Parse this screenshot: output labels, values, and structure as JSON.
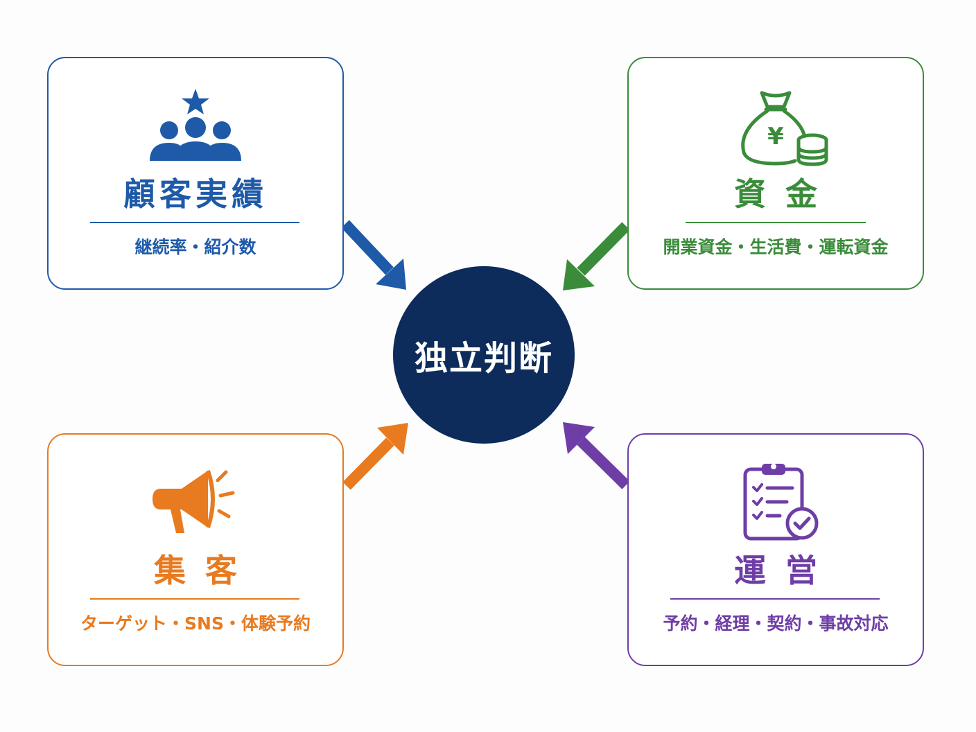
{
  "center": {
    "label": "独立判断",
    "color": "#0d2c5c"
  },
  "boxes": [
    {
      "title": "顧客実績",
      "subtitle": "継続率・紹介数",
      "color": "#1e5aa8",
      "icon": "customers-star-icon"
    },
    {
      "title": "資金",
      "subtitle": "開業資金・生活費・運転資金",
      "color": "#3a8c3a",
      "icon": "money-bag-yen-icon"
    },
    {
      "title": "集客",
      "subtitle": "ターゲット・SNS・体験予約",
      "color": "#e87a1f",
      "icon": "megaphone-icon"
    },
    {
      "title": "運営",
      "subtitle": "予約・経理・契約・事故対応",
      "color": "#6e3ea6",
      "icon": "clipboard-check-icon"
    }
  ]
}
